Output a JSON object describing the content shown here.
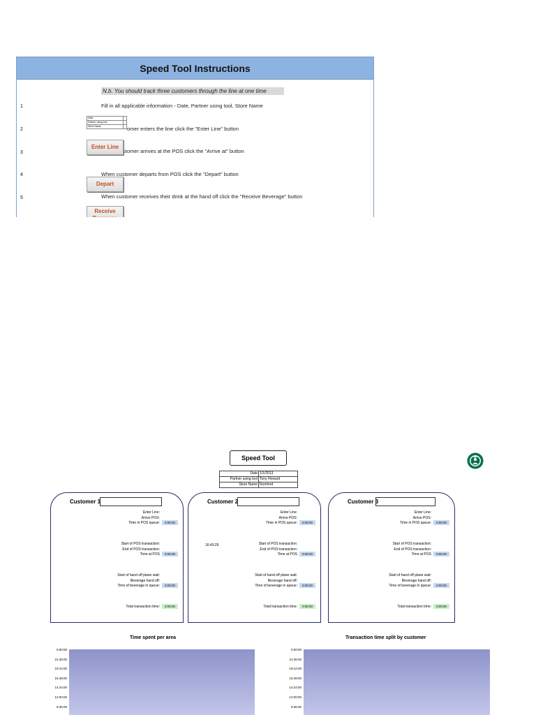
{
  "instructions": {
    "title": "Speed Tool Instructions",
    "note": "N.b. You should track three customers through the line at one time",
    "steps": [
      {
        "num": "1",
        "text": "Fill in all applicable information - Date, Partner using tool, Store Name"
      },
      {
        "num": "2",
        "text": "omer enters the line click the \"Enter Line\" button"
      },
      {
        "num": "3",
        "text": "stomer arrives at the POS click the \"Arrive at\" button"
      },
      {
        "num": "4",
        "text": "When customer departs from POS click the \"Depart\" button"
      },
      {
        "num": "5",
        "text": "When customer receives their drink at the hand off click the \"Receive Beverage\" button"
      }
    ],
    "mini_table": [
      "Date",
      "Partner using tool",
      "Store Name"
    ],
    "buttons": {
      "enter_line": "Enter Line",
      "depart": "Depart",
      "receive_beverage": "Receive Beverage"
    }
  },
  "speed_tool": {
    "title": "Speed Tool",
    "info": {
      "date_label": "Date",
      "date_value": "1/1/2013",
      "partner_label": "Partner using tool",
      "partner_value": "Tony Howard",
      "store_label": "Store Name",
      "store_value": "Romford"
    },
    "labels": {
      "enter_line": "Enter Line:",
      "arrive_pos": "Arrive POS:",
      "time_pos_queue": "Time in POS queue:",
      "start_pos": "Start of POS transaction:",
      "end_pos": "End of POS transaction:",
      "time_at_pos": "Time at POS",
      "start_handoff": "Start of hand off plane wait:",
      "beverage_handoff": "Beverage hand off:",
      "time_bev_queue": "Time of beverage in queue:",
      "total_time": "Total transaction time:"
    },
    "customers": [
      {
        "title": "Customer 1",
        "time_pos_queue": "0:00:00",
        "time_at_pos": "0:00:00",
        "time_bev_queue": "0:00:00",
        "total": "0:00:00"
      },
      {
        "title": "Customer 2",
        "time_pos_queue": "0:00:00",
        "time_at_pos": "0:00:00",
        "time_bev_queue": "0:00:00",
        "total": "0:00:00",
        "stamp": "16:43:29"
      },
      {
        "title": "Customer 3",
        "time_pos_queue": "0:00:00",
        "time_at_pos": "0:00:00",
        "time_bev_queue": "0:00:00",
        "total": "0:00:00"
      }
    ]
  },
  "chart_data": [
    {
      "type": "bar",
      "title": "Time spent per area",
      "y_ticks": [
        "0:00:00",
        "21:36:00",
        "19:12:00",
        "16:48:00",
        "14:24:00",
        "12:00:00",
        "9:36:00"
      ],
      "values": []
    },
    {
      "type": "bar",
      "title": "Transaction time  split by customer",
      "y_ticks": [
        "0:00:00",
        "21:36:00",
        "19:12:00",
        "16:48:00",
        "14:24:00",
        "12:00:00",
        "9:36:00"
      ],
      "values": []
    }
  ],
  "colors": {
    "header_blue": "#8db3e2",
    "button_text": "#c0501c",
    "value_blue": "#c6d9f1",
    "value_green": "#c8efc8",
    "chart_top": "#8e93c9",
    "chart_bottom": "#c2c6ea",
    "logo_green": "#00704a"
  }
}
